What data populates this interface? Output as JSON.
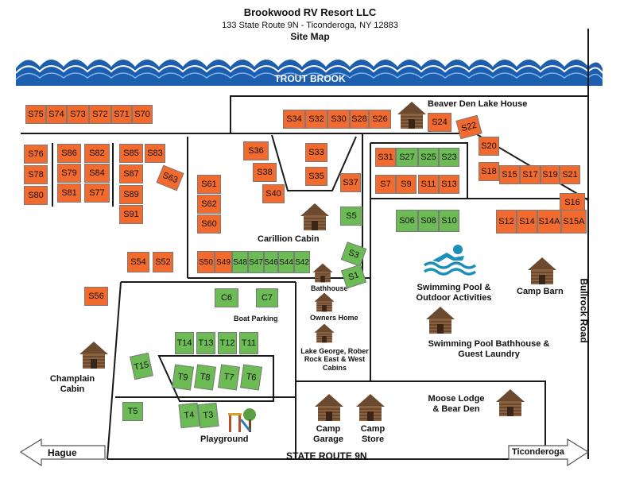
{
  "header": {
    "title": "Brookwood RV Resort LLC",
    "address": "133 State Route 9N - Ticonderoga, NY 12883",
    "subtitle": "Site Map"
  },
  "water": {
    "label": "TROUT BROOK",
    "color": "#1d5fae"
  },
  "colors": {
    "rv_site": "#f36a2f",
    "tent_site": "#6cbb55",
    "road": "#1a1a1a"
  },
  "roads": {
    "bottom": "STATE ROUTE 9N",
    "right": "Bullrock Road",
    "left_arrow": "Hague",
    "right_arrow": "Ticonderoga"
  },
  "landmarks": {
    "beaver_den": "Beaver Den Lake House",
    "carillion": "Carillion Cabin",
    "bathhouse": "Bathhouse",
    "owners_home": "Owners Home",
    "lake_george": "Lake George, Rober Rock East & West Cabins",
    "boat_parking": "Boat Parking",
    "swimming_pool": "Swimming Pool & Outdoor Activities",
    "camp_barn": "Camp Barn",
    "pool_bathhouse": "Swimming Pool Bathhouse & Guest Laundry",
    "champlain": "Champlain Cabin",
    "moose_lodge": "Moose Lodge & Bear Den",
    "camp_garage": "Camp Garage",
    "camp_store": "Camp Store",
    "playground": "Playground"
  },
  "sites": {
    "s75": "S75",
    "s74": "S74",
    "s73": "S73",
    "s72": "S72",
    "s71": "S71",
    "s70": "S70",
    "s34": "S34",
    "s32": "S32",
    "s30": "S30",
    "s28": "S28",
    "s26": "S26",
    "s24": "S24",
    "s22": "S22",
    "s76": "S76",
    "s86": "S86",
    "s82": "S82",
    "s85": "S85",
    "s83": "S83",
    "s78": "S78",
    "s79": "S79",
    "s84": "S84",
    "s87": "S87",
    "s63": "S63",
    "s80": "S80",
    "s81": "S81",
    "s77": "S77",
    "s89": "S89",
    "s91": "S91",
    "s36": "S36",
    "s33": "S33",
    "s38": "S38",
    "s35": "S35",
    "s37": "S37",
    "s40": "S40",
    "s61": "S61",
    "s62": "S62",
    "s60": "S60",
    "s31": "S31",
    "s27": "S27",
    "s25": "S25",
    "s23": "S23",
    "s7": "S7",
    "s9": "S9",
    "s11": "S11",
    "s13": "S13",
    "s20": "S20",
    "s18": "S18",
    "s15": "S15",
    "s17": "S17",
    "s19": "S19",
    "s21": "S21",
    "s16": "S16",
    "s12": "S12",
    "s14": "S14",
    "s14a": "S14A",
    "s15a": "S15A",
    "s5": "S5",
    "s06": "S06",
    "s08": "S08",
    "s10": "S10",
    "s54": "S54",
    "s52": "S52",
    "s56": "S56",
    "s50": "S50",
    "s49": "S49",
    "s48": "S48",
    "s47": "S47",
    "s46": "S46",
    "s44": "S44",
    "s42": "S42",
    "s3": "S3",
    "s1": "S1",
    "c6": "C6",
    "c7": "C7",
    "t14": "T14",
    "t13": "T13",
    "t12": "T12",
    "t11": "T11",
    "t15": "T15",
    "t9": "T9",
    "t8": "T8",
    "t7": "T7",
    "t6": "T6",
    "t5": "T5",
    "t4": "T4",
    "t3": "T3"
  }
}
